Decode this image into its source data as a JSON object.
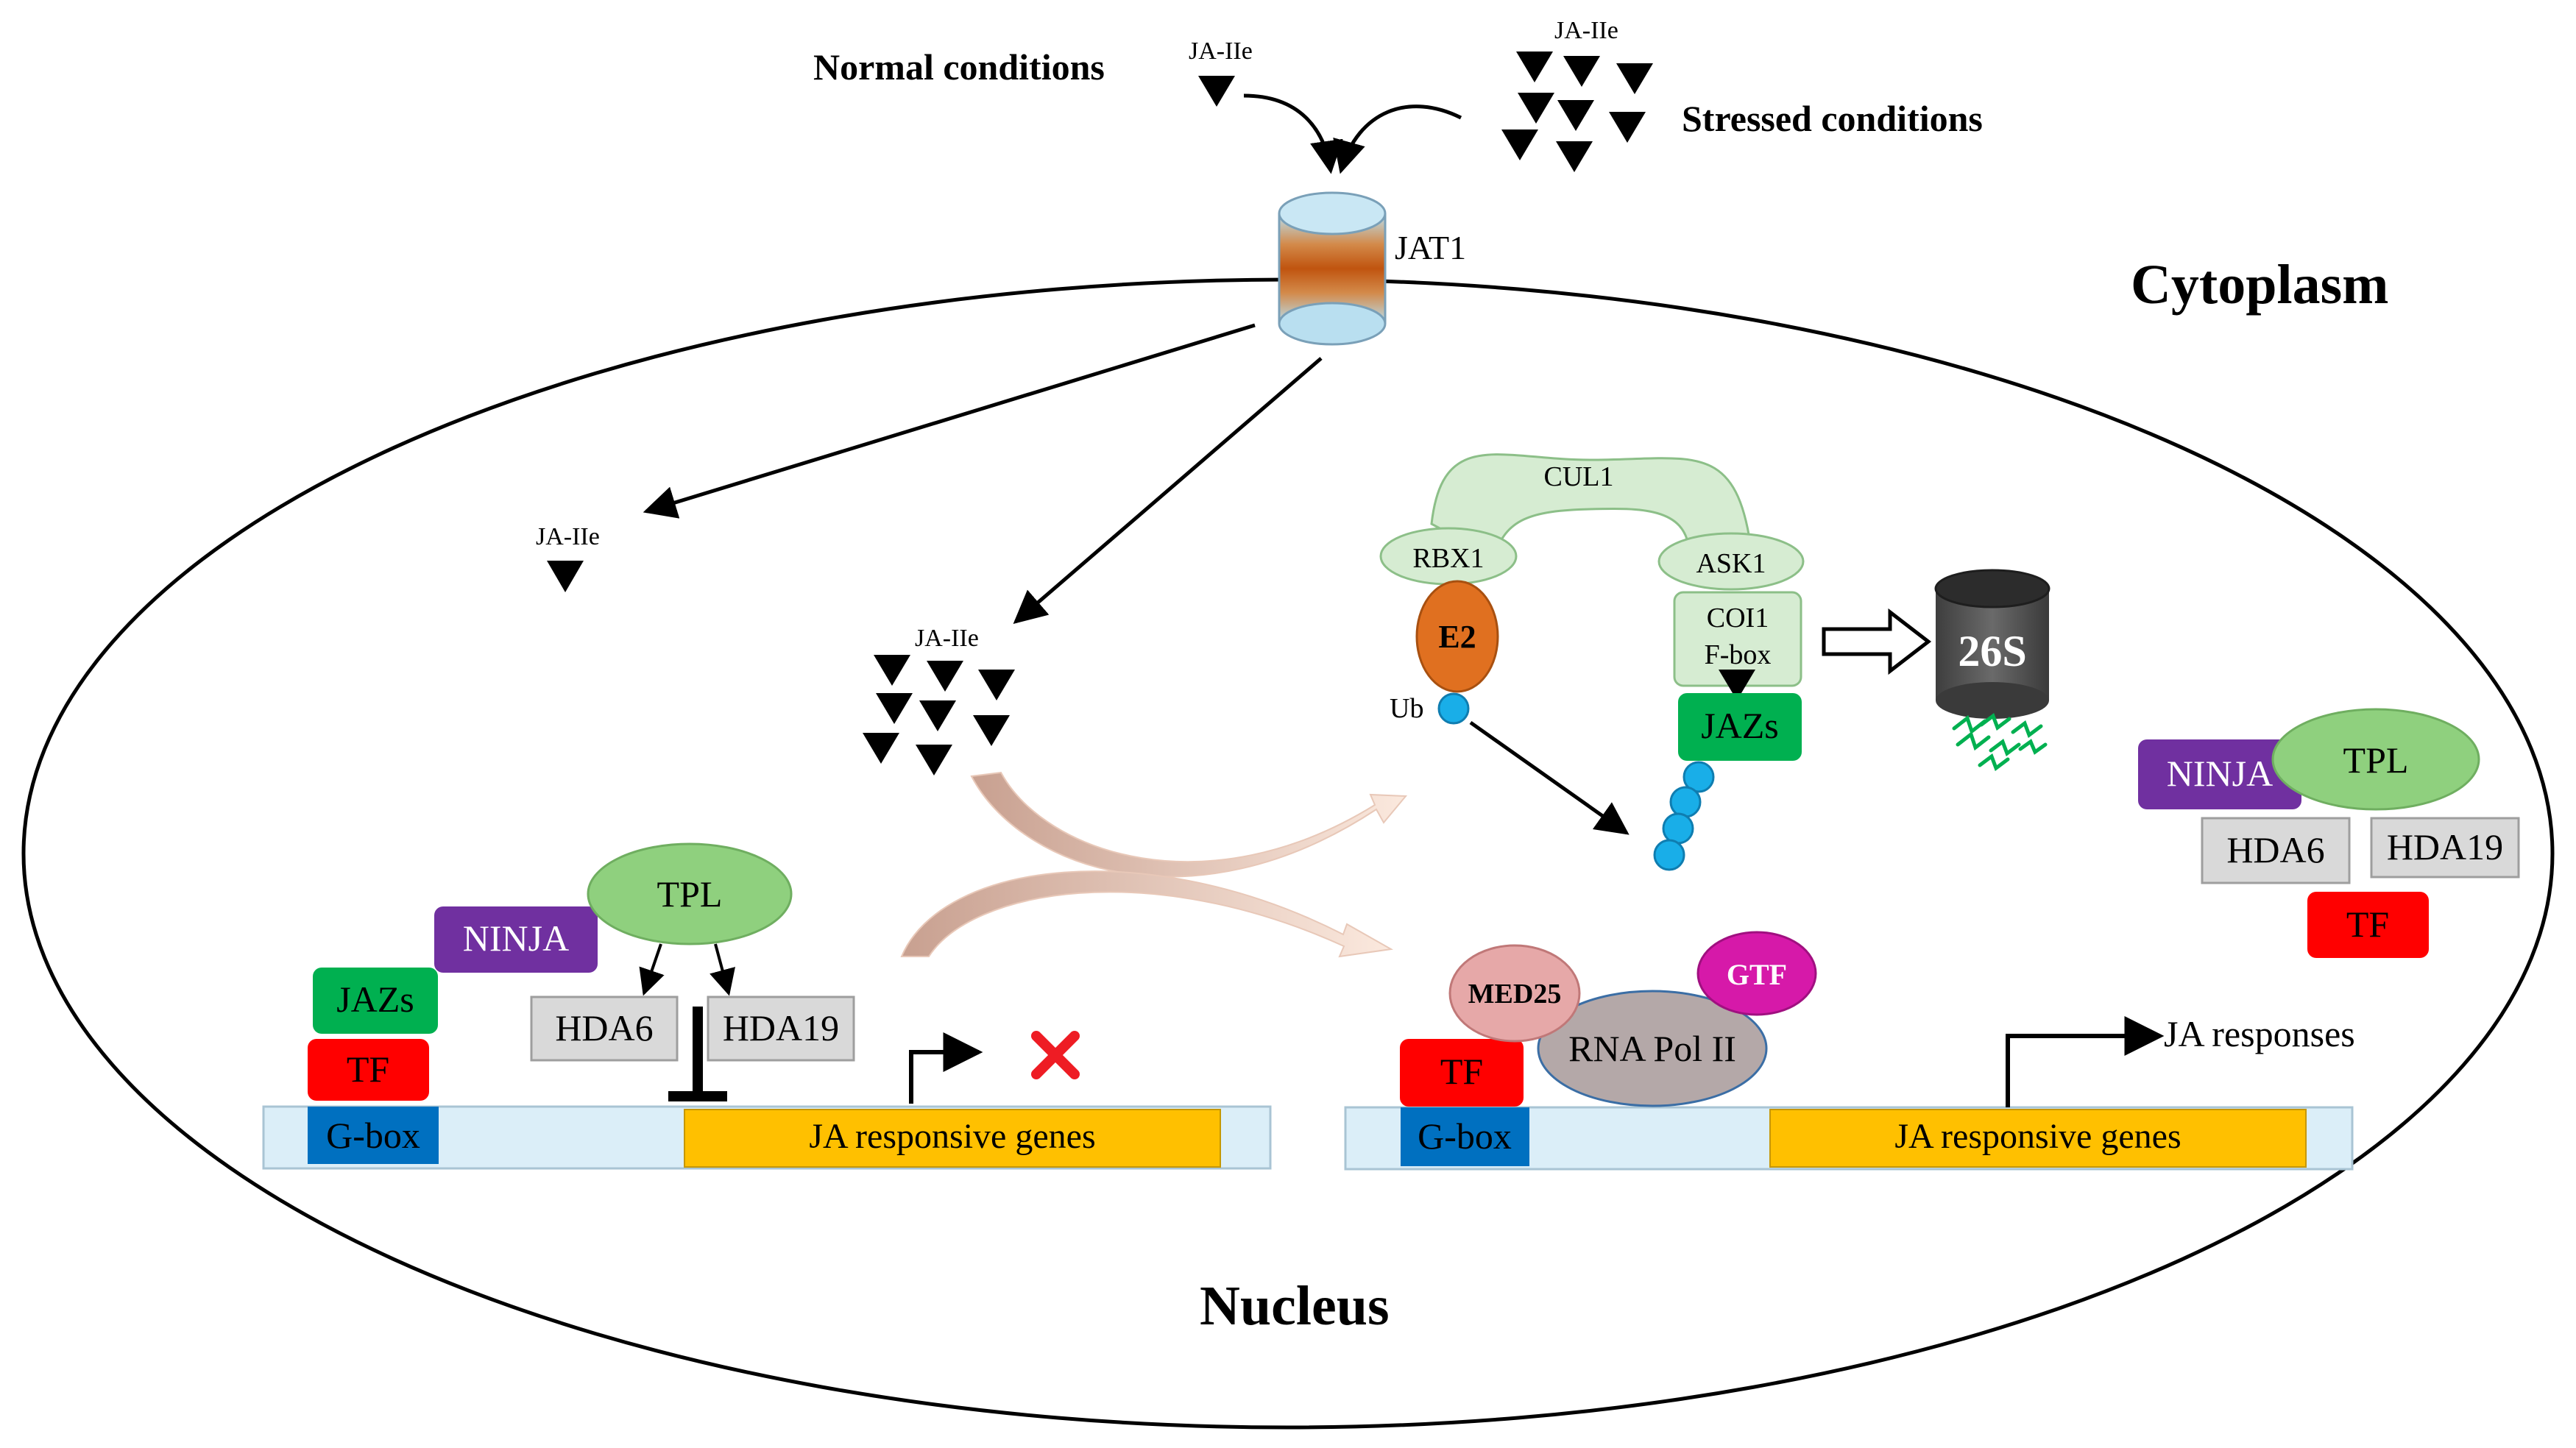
{
  "labels": {
    "normal_conditions": "Normal conditions",
    "stressed_conditions": "Stressed conditions",
    "cytoplasm": "Cytoplasm",
    "nucleus": "Nucleus",
    "jat1": "JAT1",
    "ja_ile": "JA-IIe",
    "ja_responses": "JA responses"
  },
  "left_complex": {
    "tpl": "TPL",
    "ninja": "NINJA",
    "jazs": "JAZs",
    "tf": "TF",
    "hda6": "HDA6",
    "hda19": "HDA19",
    "gbox": "G-box",
    "genes": "JA responsive genes"
  },
  "scf_complex": {
    "cul1": "CUL1",
    "rbx1": "RBX1",
    "ask1": "ASK1",
    "coi1": "COI1",
    "fbox": "F-box",
    "e2": "E2",
    "ub": "Ub",
    "jazs": "JAZs",
    "proteasome": "26S"
  },
  "right_complex": {
    "ninja": "NINJA",
    "tpl": "TPL",
    "hda6": "HDA6",
    "hda19": "HDA19",
    "tf": "TF"
  },
  "active_complex": {
    "med25": "MED25",
    "gtf": "GTF",
    "rnapol": "RNA Pol II",
    "tf": "TF",
    "gbox": "G-box",
    "genes": "JA responsive genes"
  },
  "colors": {
    "ninja": "#7030a0",
    "jazs": "#00b050",
    "tf": "#ff0000",
    "gbox": "#0070c0",
    "genes": "#ffc000",
    "dna": "#dbeef8",
    "tpl": "#8fd07e",
    "hda": "#d9d9d9",
    "e2": "#e07020",
    "ub": "#19aee8",
    "med25": "#e6a8a8",
    "gtf": "#d619a9",
    "rnapol": "#b4a8a8",
    "cul_ring": "#d6ecd2",
    "proteasome": "#545454"
  }
}
